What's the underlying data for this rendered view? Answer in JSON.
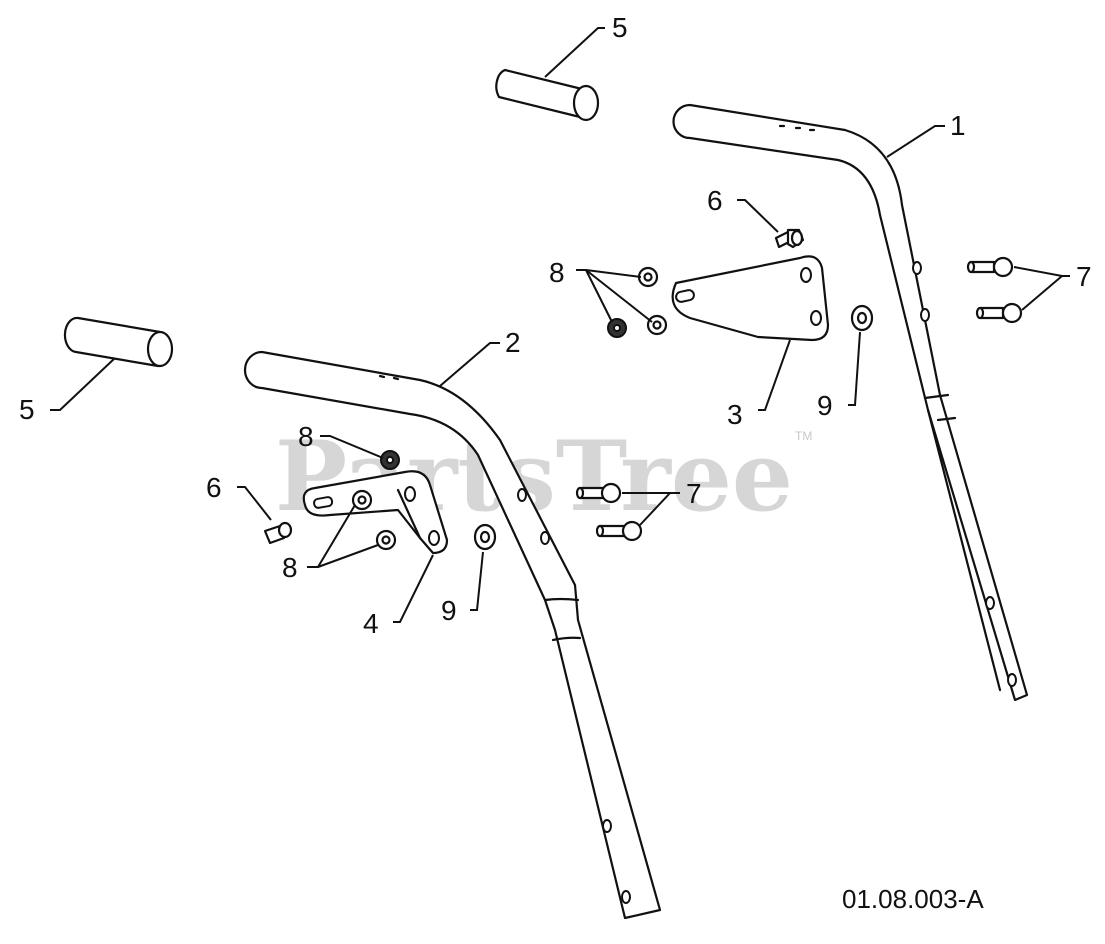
{
  "diagram": {
    "watermark": "PartsTree",
    "trademark": "TM",
    "figure_code": "01.08.003-A",
    "callouts": [
      "1",
      "2",
      "3",
      "4",
      "5",
      "5",
      "6",
      "6",
      "7",
      "7",
      "8",
      "8",
      "9",
      "9"
    ]
  }
}
